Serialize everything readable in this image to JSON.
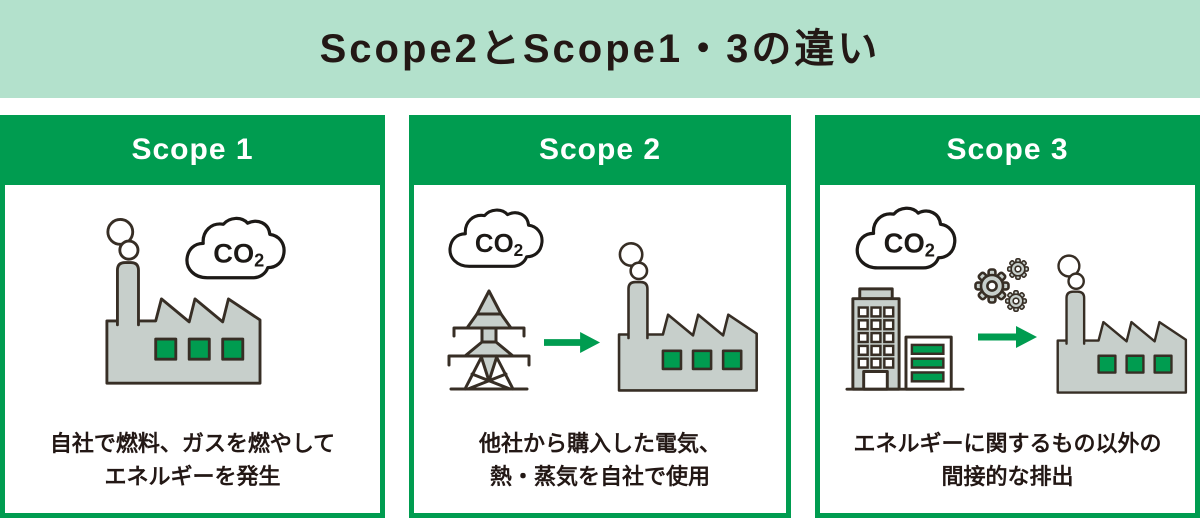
{
  "title": "Scope2とScope1・3の違い",
  "colors": {
    "green": "#009C50",
    "banner-bg": "#B3E1CC",
    "ink": "#231815",
    "line": "#372E25",
    "line-strong": "#1C1916",
    "icon-gray": "#C7CFCB",
    "card-bg": "#FFFFFF"
  },
  "co2": {
    "main": "CO",
    "sub": "2"
  },
  "cards": [
    {
      "header": "Scope 1",
      "caption": [
        "自社で燃料、ガスを燃やして",
        "エネルギーを発生"
      ],
      "icons": [
        "factory-icon",
        "co2-cloud-icon"
      ]
    },
    {
      "header": "Scope 2",
      "caption": [
        "他社から購入した電気、",
        "熱・蒸気を自社で使用"
      ],
      "icons": [
        "co2-cloud-icon",
        "transmission-tower-icon",
        "arrow-right-icon",
        "factory-icon"
      ]
    },
    {
      "header": "Scope 3",
      "caption": [
        "エネルギーに関するもの以外の",
        "間接的な排出"
      ],
      "icons": [
        "co2-cloud-icon",
        "office-building-icon",
        "gears-icon",
        "arrow-right-icon",
        "factory-icon"
      ]
    }
  ]
}
